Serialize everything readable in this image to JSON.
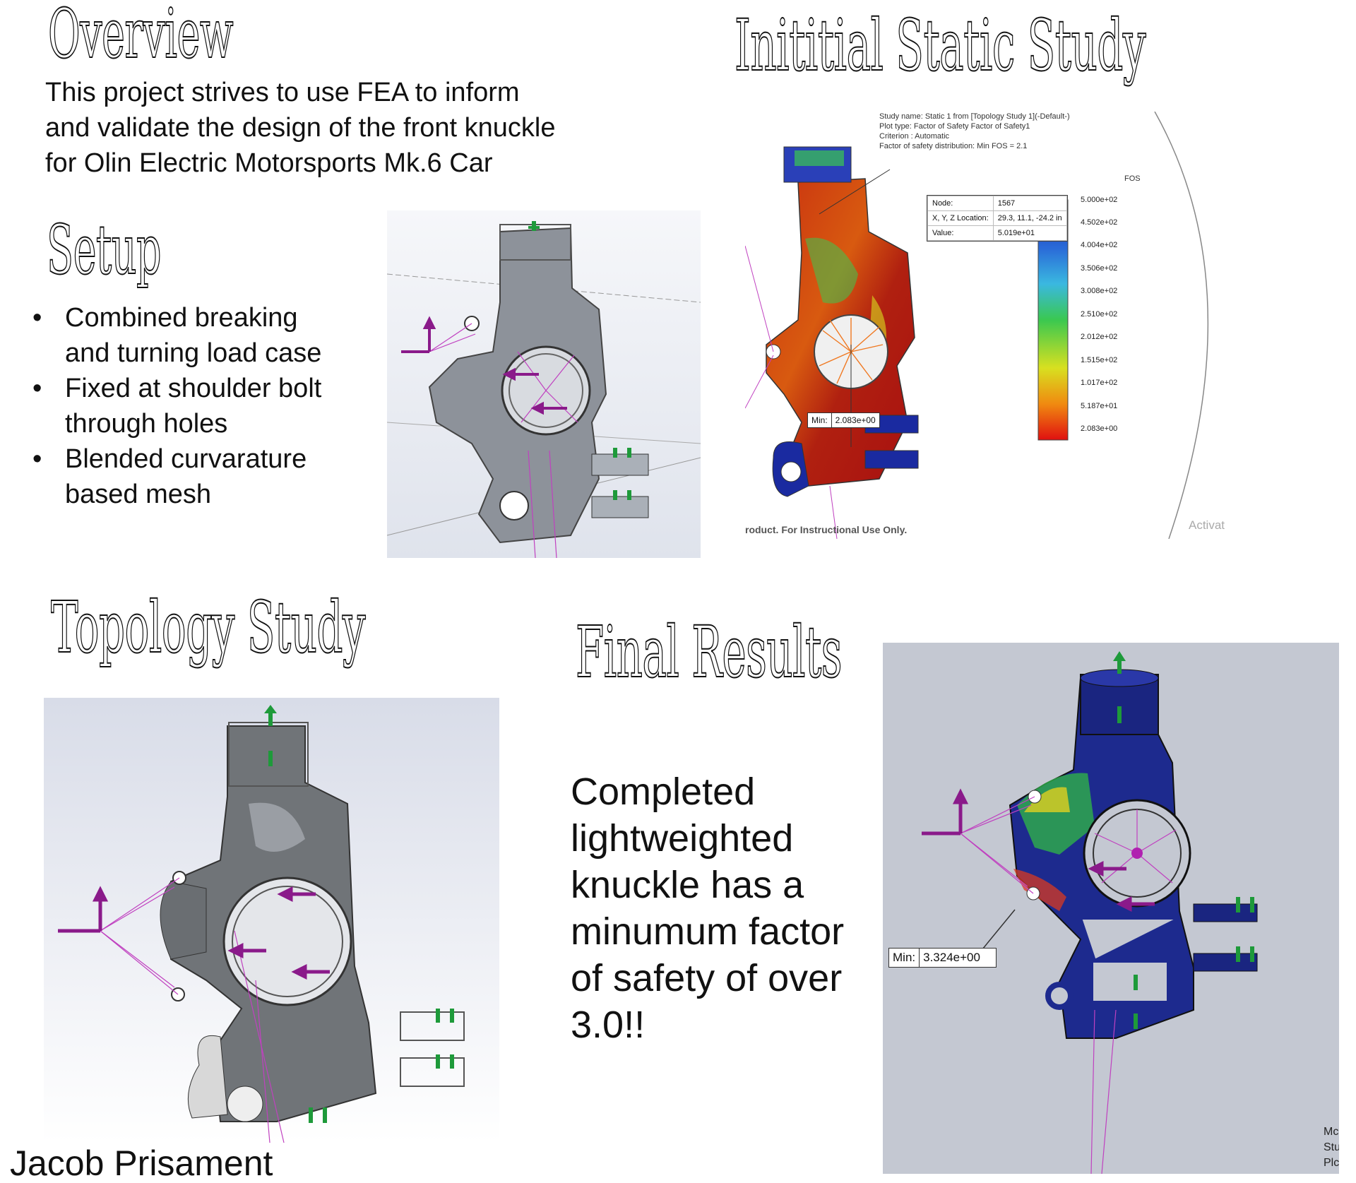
{
  "overview": {
    "heading": "Overview",
    "text_lines": [
      "This project strives to use FEA to inform",
      "and validate the design of the front knuckle",
      "for Olin Electric Motorsports Mk.6 Car"
    ]
  },
  "setup": {
    "heading": "Setup",
    "bullets": [
      "Combined breaking\n and turning load case",
      "Fixed at shoulder bolt\n through holes",
      "Blended curvarature\n based mesh"
    ]
  },
  "static_study": {
    "heading": "Inititial Static Study",
    "info_lines": [
      "Study name: Static 1 from [Topology Study 1](-Default-)",
      "Plot type: Factor of Safety Factor of Safety1",
      "Criterion : Automatic",
      "Factor of safety distribution: Min FOS = 2.1"
    ],
    "probe": {
      "node_label": "Node:",
      "node_value": "1567",
      "location_label": "X, Y, Z Location:",
      "location_value": "29.3, 11.1, -24.2 in",
      "value_label": "Value:",
      "value_value": "5.019e+01"
    },
    "legend_title": "FOS",
    "legend_ticks": [
      "5.000e+02",
      "4.502e+02",
      "4.004e+02",
      "3.506e+02",
      "3.008e+02",
      "2.510e+02",
      "2.012e+02",
      "1.515e+02",
      "1.017e+02",
      "5.187e+01",
      "2.083e+00"
    ],
    "min_label": "Min:",
    "min_value": "2.083e+00",
    "footer": "roduct. For Instructional Use Only.",
    "watermark": "Activat"
  },
  "topology": {
    "heading": "Topology Study"
  },
  "final": {
    "heading": "Final Results",
    "text_lines": [
      "Completed",
      "lightweighted",
      "knuckle has a",
      "minumum factor",
      "of safety of over",
      "3.0!!"
    ],
    "min_label": "Min:",
    "min_value": "3.324e+00",
    "edge_text": [
      "Mc",
      "Stu",
      "Plc"
    ]
  },
  "author": "Jacob Prisament",
  "colors": {
    "fos_high": "#1a2aa0",
    "fos_low": "#e01010",
    "load_arrow": "#9b1f9b",
    "fixture": "#1e9a3a"
  }
}
